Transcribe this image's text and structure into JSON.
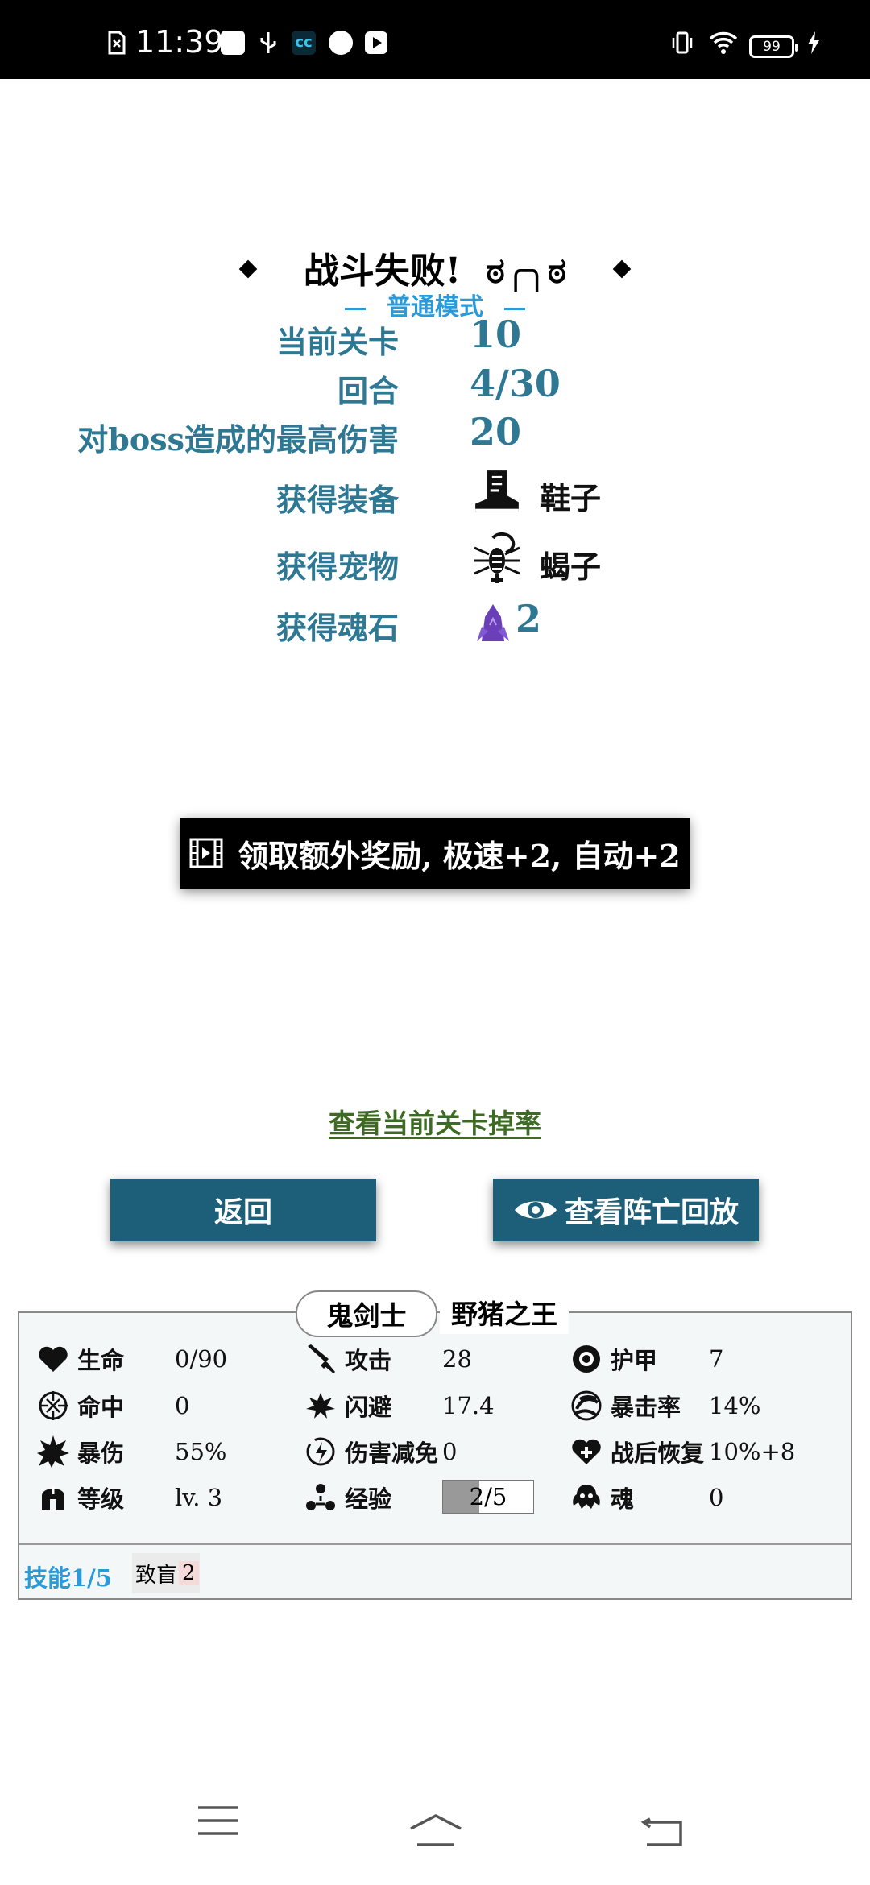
{
  "status_bar": {
    "time": "11:39",
    "battery": "99"
  },
  "result": {
    "title": "战斗失败!",
    "face": "ಠ╭╮ಠ",
    "mode": "普通模式",
    "rows": [
      {
        "label": "当前关卡",
        "value": "10"
      },
      {
        "label": "回合",
        "value": "4/30"
      },
      {
        "label": "对boss造成的最高伤害",
        "value": "20"
      }
    ],
    "equipment": {
      "label": "获得装备",
      "name": "鞋子",
      "icon": "boot-icon"
    },
    "pet": {
      "label": "获得宠物",
      "name": "蝎子",
      "icon": "scorpion-icon"
    },
    "soulstone": {
      "label": "获得魂石",
      "count": "2",
      "icon": "soulstone-icon"
    }
  },
  "reward_button": {
    "label": "领取额外奖励, 极速+2, 自动+2",
    "icon": "film-icon"
  },
  "drop_rate_link": "查看当前关卡掉率",
  "buttons": {
    "back": "返回",
    "replay": "查看阵亡回放",
    "replay_icon": "eye-icon"
  },
  "panel": {
    "tabs": [
      "鬼剑士",
      "野猪之王"
    ],
    "stats": [
      {
        "label": "生命",
        "value": "0/90",
        "icon": "heart-icon"
      },
      {
        "label": "攻击",
        "value": "28",
        "icon": "sword-icon"
      },
      {
        "label": "护甲",
        "value": "7",
        "icon": "armor-icon"
      },
      {
        "label": "命中",
        "value": "0",
        "icon": "crosshair-icon"
      },
      {
        "label": "闪避",
        "value": "17.4",
        "icon": "dodge-icon"
      },
      {
        "label": "暴击率",
        "value": "14%",
        "icon": "crit-rate-icon"
      },
      {
        "label": "暴伤",
        "value": "55%",
        "icon": "crit-damage-icon"
      },
      {
        "label": "伤害减免",
        "value": "0",
        "icon": "damage-reduction-icon"
      },
      {
        "label": "战后恢复",
        "value": "10%+8",
        "icon": "heal-icon"
      },
      {
        "label": "等级",
        "value": "lv. 3",
        "icon": "helmet-icon"
      },
      {
        "label": "经验",
        "value": "2/5",
        "icon": "experience-icon",
        "progress": 0.4
      },
      {
        "label": "魂",
        "value": "0",
        "icon": "soul-icon"
      }
    ],
    "skills_label": "技能1/5",
    "skill": {
      "name": "致盲",
      "level": "2"
    }
  },
  "colors": {
    "label_blue": "#2f7894",
    "accent_blue": "#2a9ad8",
    "button": "#1d5f79",
    "link_green": "#3d6b24"
  }
}
